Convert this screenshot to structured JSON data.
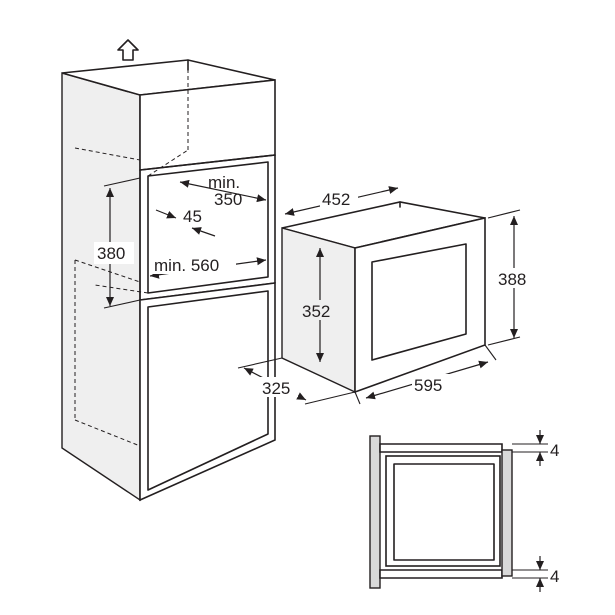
{
  "diagram": {
    "labels": {
      "min_350_line1": "min.",
      "min_350_line2": "350",
      "depth_45": "45",
      "height_380": "380",
      "min_560": "min. 560",
      "width_452": "452",
      "height_352": "352",
      "height_388": "388",
      "depth_325": "325",
      "width_595": "595",
      "gap_top": "4",
      "gap_bottom": "4"
    },
    "icons": {
      "up_arrow": "up-arrow-icon"
    }
  }
}
